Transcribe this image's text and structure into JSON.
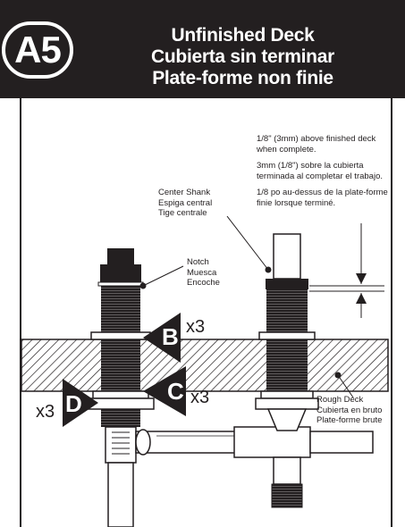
{
  "step": "A5",
  "title": {
    "en": "Unfinished Deck",
    "es": "Cubierta sin terminar",
    "fr": "Plate-forme non finie"
  },
  "notes": {
    "en": [
      "1/8\" (3mm) above finished deck",
      "when complete."
    ],
    "es": [
      "3mm (1/8\") sobre la cubierta",
      "terminada al completar el trabajo."
    ],
    "fr": [
      "1/8 po au-dessus de la plate-forme",
      "finie lorsque terminé."
    ]
  },
  "labels": {
    "center_shank": [
      "Center Shank",
      "Espiga central",
      "Tige centrale"
    ],
    "notch": [
      "Notch",
      "Muesca",
      "Encoche"
    ],
    "rough_deck": [
      "Rough Deck",
      "Cubierta en bruto",
      "Plate-forme brute"
    ]
  },
  "callouts": {
    "b": {
      "letter": "B",
      "qty": "x3"
    },
    "c": {
      "letter": "C",
      "qty": "x3"
    },
    "d": {
      "letter": "D",
      "qty": "x3"
    }
  },
  "colors": {
    "ink": "#231f20",
    "paper": "#ffffff"
  }
}
